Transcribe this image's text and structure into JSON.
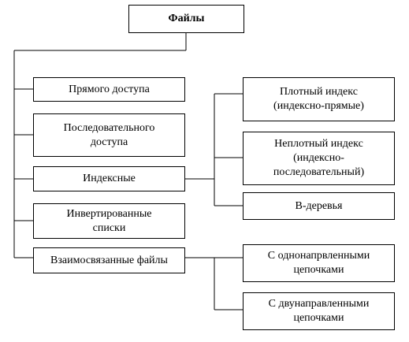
{
  "diagram": {
    "root": "Файлы",
    "categories": [
      "Прямого доступа",
      "Последовательного\nдоступа",
      "Индексные",
      "Инвертированные\nсписки",
      "Взаимосвязанные файлы"
    ],
    "indexed_types": [
      "Плотный индекс\n(индексно-прямые)",
      "Неплотный индекс\n(индексно-\nпоследовательный)",
      "В-деревья"
    ],
    "linked_types": [
      "С однонапрвленными\nцепочками",
      "С двунаправленными\nцепочками"
    ]
  }
}
